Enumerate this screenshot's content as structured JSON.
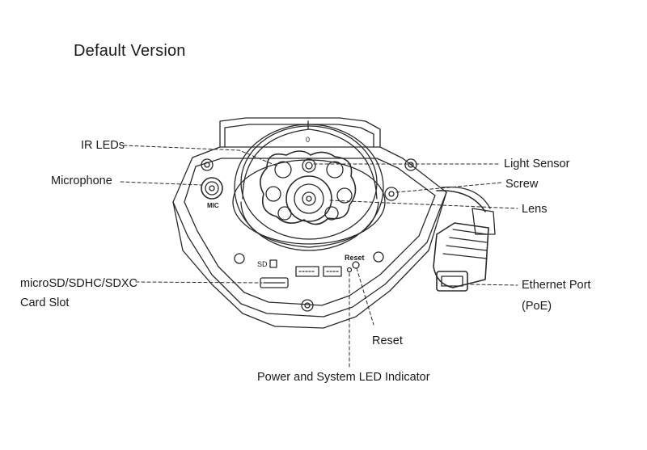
{
  "title": "Default Version",
  "labels": {
    "ir_leds": "IR LEDs",
    "microphone": "Microphone",
    "microsd_line1": "microSD/SDHC/SDXC",
    "microsd_line2": "Card Slot",
    "light_sensor": "Light Sensor",
    "screw": "Screw",
    "lens": "Lens",
    "ethernet_line1": "Ethernet Port",
    "ethernet_line2": "(PoE)",
    "reset": "Reset",
    "power_led": "Power and System LED Indicator"
  },
  "device_marks": {
    "mic": "MIC",
    "sd": "SD",
    "reset": "Reset",
    "dial_zero": "0"
  },
  "colors": {
    "line": "#2a2a2a",
    "text": "#1a1a1a",
    "background": "#ffffff"
  }
}
